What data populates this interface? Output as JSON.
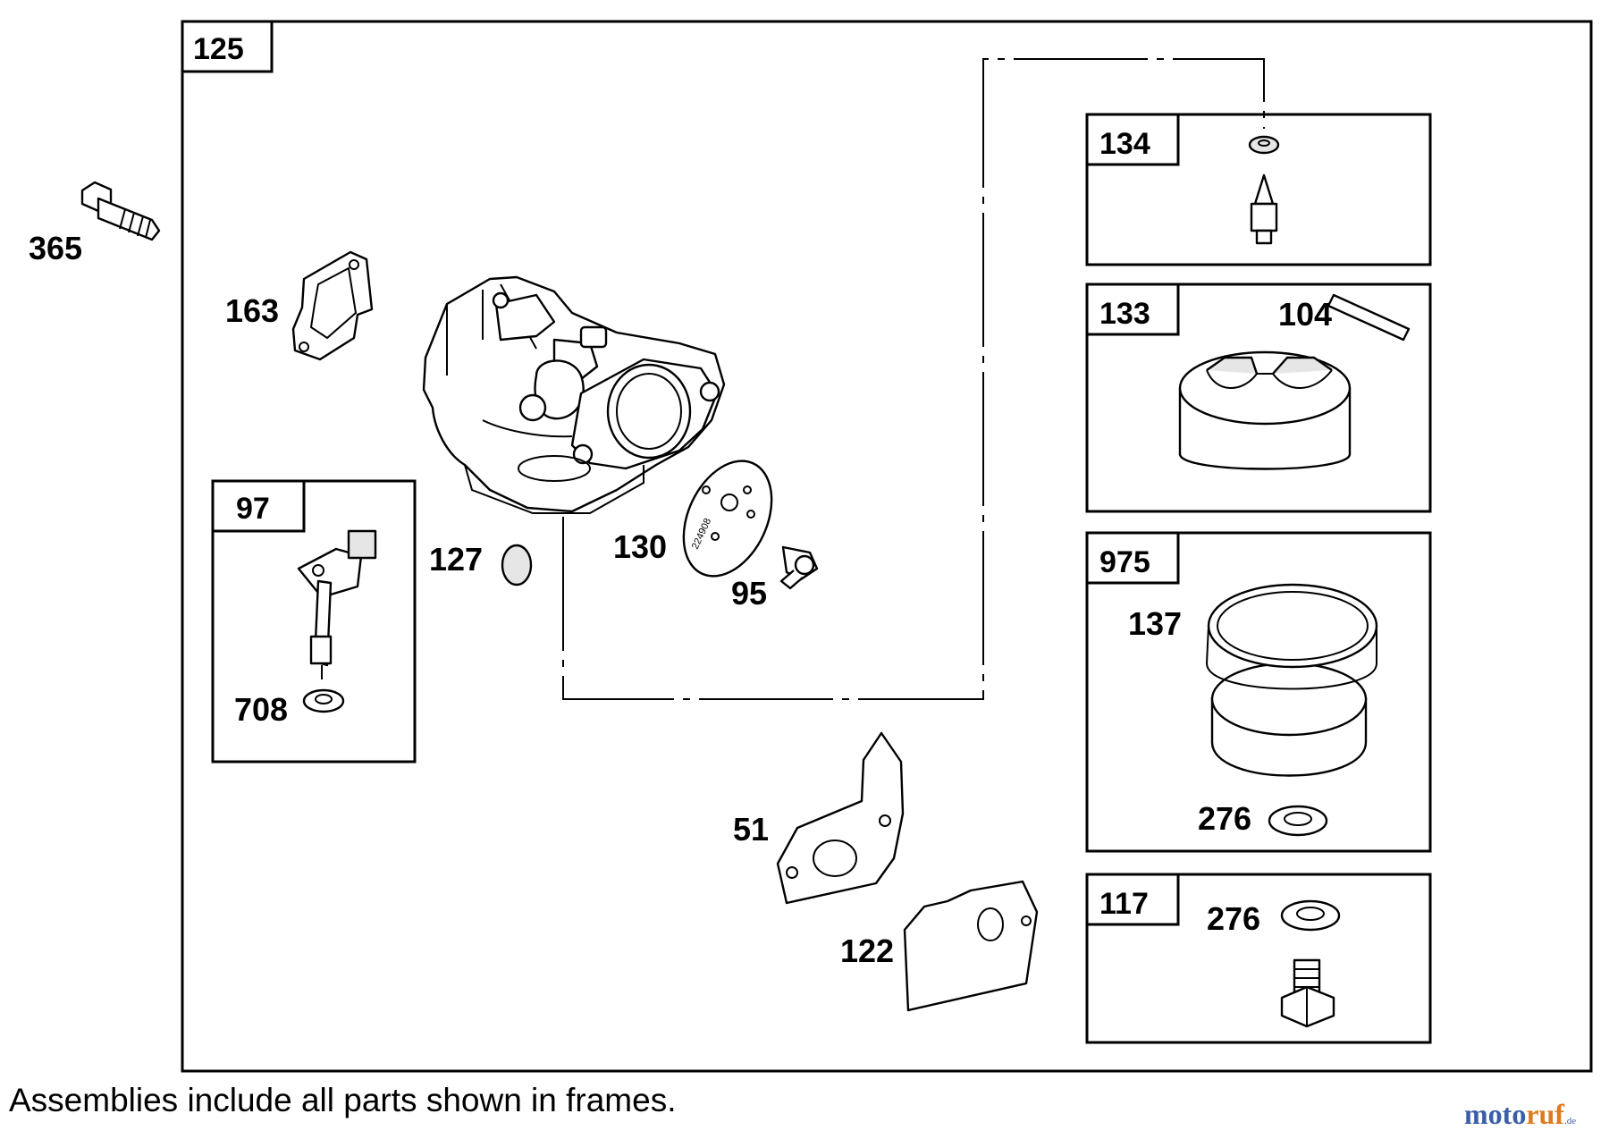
{
  "frames": {
    "main": "125",
    "f97": "97",
    "f134": "134",
    "f133": "133",
    "f975": "975",
    "f117": "117"
  },
  "callouts": {
    "p365": "365",
    "p163": "163",
    "p127": "127",
    "p130": "130",
    "p95": "95",
    "p708": "708",
    "p51": "51",
    "p122": "122",
    "p104": "104",
    "p137": "137",
    "p276a": "276",
    "p276b": "276"
  },
  "stamp_text": "224908",
  "caption": "Assemblies include all parts shown in frames.",
  "watermark": {
    "part1": "moto",
    "part2": "ruf",
    "part3": ".de"
  }
}
